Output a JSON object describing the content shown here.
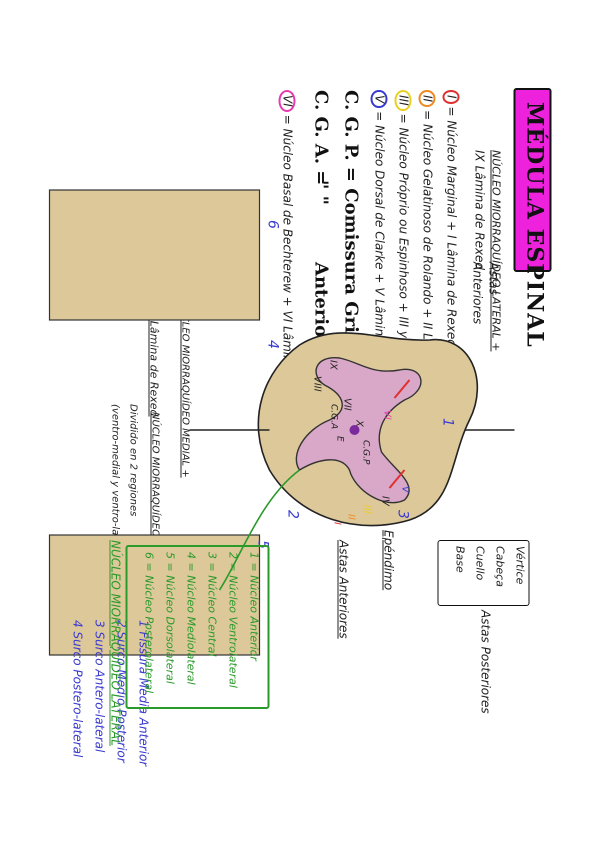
{
  "title": "MÉDULA ESPINAL",
  "colors": {
    "title_bg": "#ee22dd",
    "cord_fill": "#ddc89a",
    "gray_fill": "#d9a7c7",
    "green": "#2a9a2a",
    "blue": "#3a3ad0",
    "red": "#e03030",
    "orange": "#f08a20",
    "yellow": "#e8d020",
    "purple": "#7a2a9a",
    "pink": "#e83ab0"
  },
  "left_column": {
    "lateral_nucleus_header": "NÚCLEO MIORRAQUÍDEO LATERAL +",
    "lamina_ix": "IX Lâmina de Rexed",
    "astas_label": "Astas",
    "anteriores_label": "Anteriores",
    "lines": [
      {
        "num": "I",
        "text": "= Núcleo Marginal + I Lâmina de Rexed"
      },
      {
        "num": "II",
        "text": "= Núcleo Gelatinoso de Rolando + II Lâmina de R."
      },
      {
        "num": "III",
        "text": "= Núcleo Próprio ou Espinhoso + III y IV lâminas de R."
      },
      {
        "num": "V",
        "text": "= Núcleo Dorsal de Clarke + V Lâmina de Rexed"
      }
    ],
    "cgp": "C. G. P. = Comissura Gris Posterior",
    "cga_label": "C. G. A. =",
    "cga_ditto": "\"      \"",
    "cga_value": "Anterior",
    "line_vi": {
      "num": "VI",
      "text": "= Núcleo Basal de Bechterew + VI Lâmina"
    },
    "medial_header": "NÚCLEO MIORRAQUÍDEO MEDIAL +",
    "lamina_viii": "VIII Lâmina de Rexed",
    "medial_nucleus": "NÚCLEO MIORRAQUÍDEO MEDIAL",
    "divided": "Dividido en 2 regiones",
    "regions": "(ventro-medial y ventro-lateral)"
  },
  "diagram": {
    "labels": [
      "VII",
      "VIII",
      "IX",
      "VI",
      "V",
      "IV",
      "III",
      "II",
      "I",
      "X",
      "C.G.P",
      "C.G.A",
      "E"
    ],
    "blue_numbers": [
      "1",
      "2",
      "3",
      "4",
      "5",
      "6"
    ]
  },
  "right_column": {
    "vertice": "Vértice",
    "cabeca": "Cabeça",
    "cuello": "Cuello",
    "base": "Base",
    "astas_posteriores": "Astas Posteriores",
    "epindimo": "Epéndimo",
    "astas_anteriores": "Astas Anteriores",
    "sulci": [
      {
        "num": "1",
        "text": "Fissura Media Anterior"
      },
      {
        "num": "2",
        "text": "Surco Medio Posterior"
      },
      {
        "num": "3",
        "text": "Surco Antero-lateral"
      },
      {
        "num": "4",
        "text": "Surco Postero-lateral"
      }
    ],
    "nuclei_list": [
      "1 = Núcleo Anterior",
      "2 = Núcleo Ventrolateral",
      "3 = Núcleo Central",
      "4 = Núcleo Mediolateral",
      "5 = Núcleo Dorsolateral",
      "6 = Núcleo Posterolateral"
    ],
    "lateral_footer": "NÚCLEO MIORRAQUÍDEO LATERAL"
  }
}
